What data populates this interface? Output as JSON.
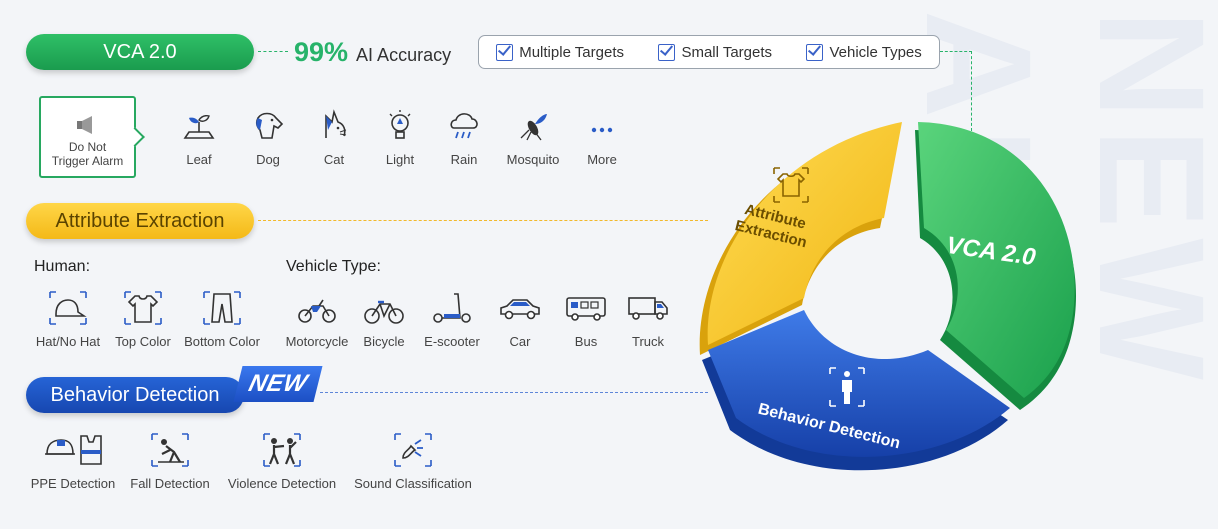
{
  "header": {
    "vca_pill": "VCA 2.0",
    "accuracy_value": "99%",
    "accuracy_label": "AI Accuracy",
    "features": [
      "Multiple Targets",
      "Small Targets",
      "Vehicle Types"
    ]
  },
  "alarm": {
    "label_line1": "Do Not",
    "label_line2": "Trigger Alarm",
    "icon": "speaker-muted-icon",
    "ignored": [
      {
        "label": "Leaf",
        "icon": "leaf-icon"
      },
      {
        "label": "Dog",
        "icon": "dog-icon"
      },
      {
        "label": "Cat",
        "icon": "cat-icon"
      },
      {
        "label": "Light",
        "icon": "bulb-icon"
      },
      {
        "label": "Rain",
        "icon": "rain-icon"
      },
      {
        "label": "Mosquito",
        "icon": "mosquito-icon"
      },
      {
        "label": "More",
        "icon": "more-icon"
      }
    ]
  },
  "attribute": {
    "pill": "Attribute Extraction",
    "human_title": "Human:",
    "vehicle_title": "Vehicle Type:",
    "human": [
      {
        "label": "Hat/No Hat",
        "icon": "hat-icon"
      },
      {
        "label": "Top Color",
        "icon": "shirt-icon"
      },
      {
        "label": "Bottom Color",
        "icon": "pants-icon"
      }
    ],
    "vehicles": [
      {
        "label": "Motorcycle",
        "icon": "motorcycle-icon"
      },
      {
        "label": "Bicycle",
        "icon": "bicycle-icon"
      },
      {
        "label": "E-scooter",
        "icon": "scooter-icon"
      },
      {
        "label": "Car",
        "icon": "car-icon"
      },
      {
        "label": "Bus",
        "icon": "bus-icon"
      },
      {
        "label": "Truck",
        "icon": "truck-icon"
      }
    ]
  },
  "behavior": {
    "pill": "Behavior Detection",
    "badge": "NEW",
    "items": [
      {
        "label": "PPE Detection",
        "icon": "ppe-icon"
      },
      {
        "label": "Fall Detection",
        "icon": "fall-icon"
      },
      {
        "label": "Violence Detection",
        "icon": "violence-icon"
      },
      {
        "label": "Sound Classification",
        "icon": "sound-icon"
      }
    ]
  },
  "ring": {
    "yellow_line1": "Attribute",
    "yellow_line2": "Extraction",
    "green": "VCA 2.0",
    "blue": "Behavior Detection"
  },
  "watermark": "NEW AI",
  "colors": {
    "green": "#27b36a",
    "yellow": "#f6c326",
    "blue": "#1d52c6"
  }
}
